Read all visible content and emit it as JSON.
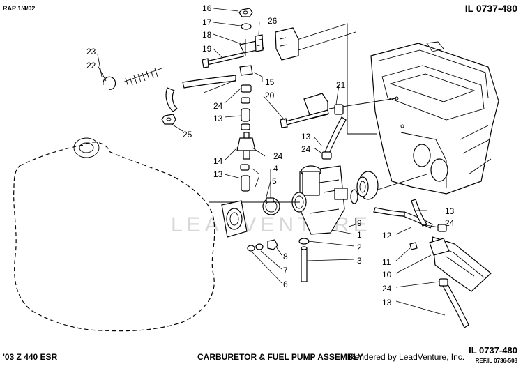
{
  "header": {
    "rap_date": "RAP 1/4/02",
    "illustration_number": "IL 0737-480"
  },
  "footer": {
    "model": "'03 Z 440 ESR",
    "title": "CARBURETOR & FUEL PUMP ASSEMBLY",
    "rendered_by": "Rendered by LeadVenture, Inc.",
    "illustration_number": "IL 0737-480",
    "reference": "REF.IL 0736-508"
  },
  "watermark": "LEADVENTURE",
  "callouts": [
    "1",
    "2",
    "3",
    "4",
    "5",
    "6",
    "7",
    "8",
    "9",
    "10",
    "11",
    "12",
    "13",
    "14",
    "15",
    "16",
    "17",
    "18",
    "19",
    "20",
    "21",
    "22",
    "23",
    "24",
    "25",
    "26"
  ]
}
